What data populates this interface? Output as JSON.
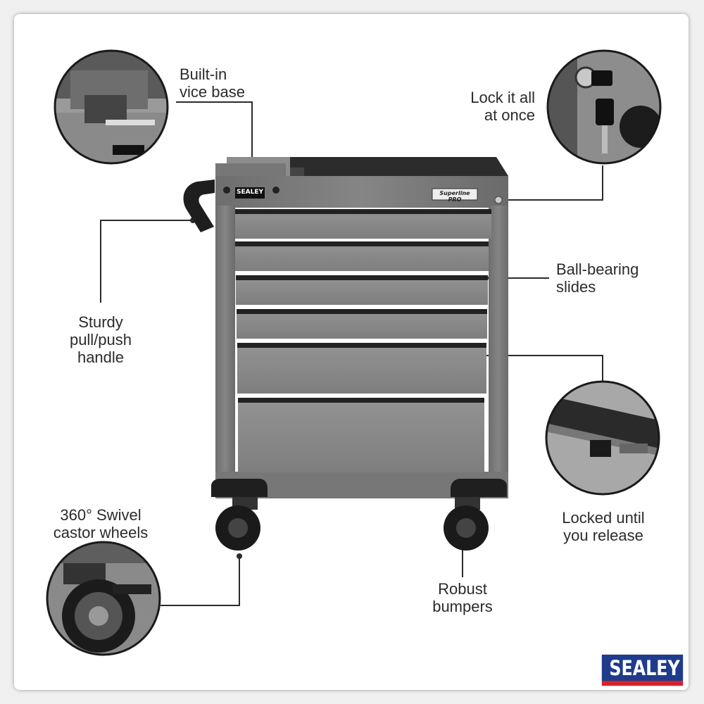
{
  "callouts": {
    "vice": [
      "Built-in",
      "vice base"
    ],
    "lock": [
      "Lock it all",
      "at once"
    ],
    "handle": [
      "Sturdy",
      "pull/push",
      "handle"
    ],
    "slides": [
      "Ball-bearing",
      "slides"
    ],
    "castors": [
      "360° Swivel",
      "castor wheels"
    ],
    "locked": [
      "Locked until",
      "you release"
    ],
    "bumpers": [
      "Robust",
      "bumpers"
    ]
  },
  "product": {
    "badge": "SEALEY",
    "series_badge": "Superline PRO"
  },
  "brand": {
    "logo_text": "SEALEY",
    "colors": {
      "blue": "#1e3b8c",
      "red": "#d7222a"
    }
  },
  "colors": {
    "cabinet": "#7b7b7b",
    "drawer": "#8a8a8a",
    "dark": "#2a2a2a",
    "line": "#2b2b2b"
  }
}
